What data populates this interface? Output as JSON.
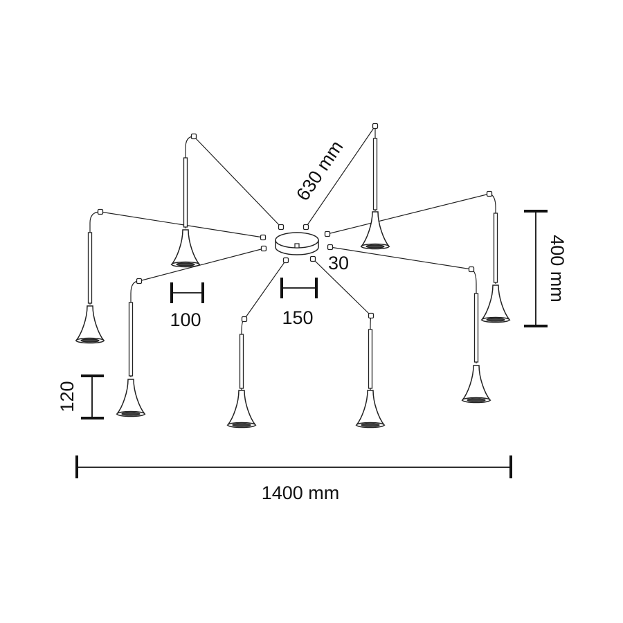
{
  "colors": {
    "line": "#222222",
    "bar": "#111111",
    "background": "#ffffff"
  },
  "dimensions": {
    "arm_length": "630 mm",
    "canopy_height": "30",
    "canopy_diameter": "150",
    "shade_diameter": "100",
    "shade_height": "120",
    "drop_height": "400 mm",
    "total_width": "1400 mm"
  }
}
